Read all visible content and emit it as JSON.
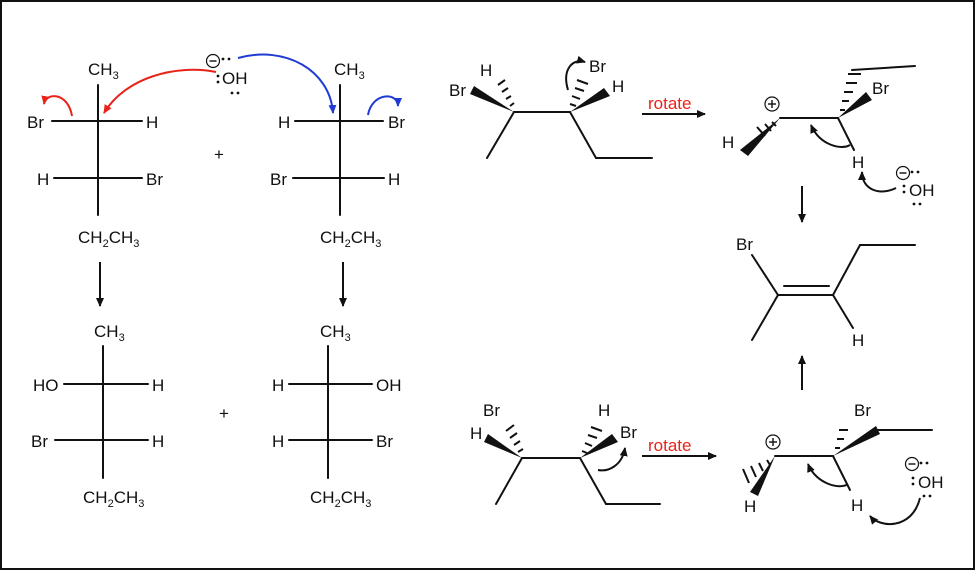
{
  "fischer": {
    "reactant1": {
      "top": "CH3",
      "row1_left": "Br",
      "row1_right": "H",
      "row2_left": "H",
      "row2_right": "Br",
      "bottom": "CH2CH3"
    },
    "reactant2": {
      "top": "CH3",
      "row1_left": "H",
      "row1_right": "Br",
      "row2_left": "Br",
      "row2_right": "H",
      "bottom": "CH2CH3"
    },
    "product1": {
      "top": "CH3",
      "row1_left": "HO",
      "row1_right": "H",
      "row2_left": "Br",
      "row2_right": "H",
      "bottom": "CH2CH3"
    },
    "product2": {
      "top": "CH3",
      "row1_left": "H",
      "row1_right": "OH",
      "row2_left": "H",
      "row2_right": "Br",
      "bottom": "CH2CH3"
    },
    "plus": "+",
    "hydroxide": "OH"
  },
  "mechanism": {
    "rotate_label": "rotate",
    "top": {
      "h1": "H",
      "br1": "Br",
      "br2": "Br",
      "h2": "H"
    },
    "cation_top": {
      "h": "H",
      "br": "Br",
      "h_leaving": "H",
      "oh": "OH"
    },
    "alkene": {
      "br": "Br",
      "h": "H"
    },
    "bottom": {
      "br1": "Br",
      "h1": "H",
      "h2": "H",
      "br2": "Br"
    },
    "cation_bottom": {
      "br": "Br",
      "h": "H",
      "h_leaving": "H",
      "oh": "OH"
    }
  },
  "colors": {
    "red": "#e8241a",
    "blue": "#1f3bd4",
    "black": "#111111"
  }
}
